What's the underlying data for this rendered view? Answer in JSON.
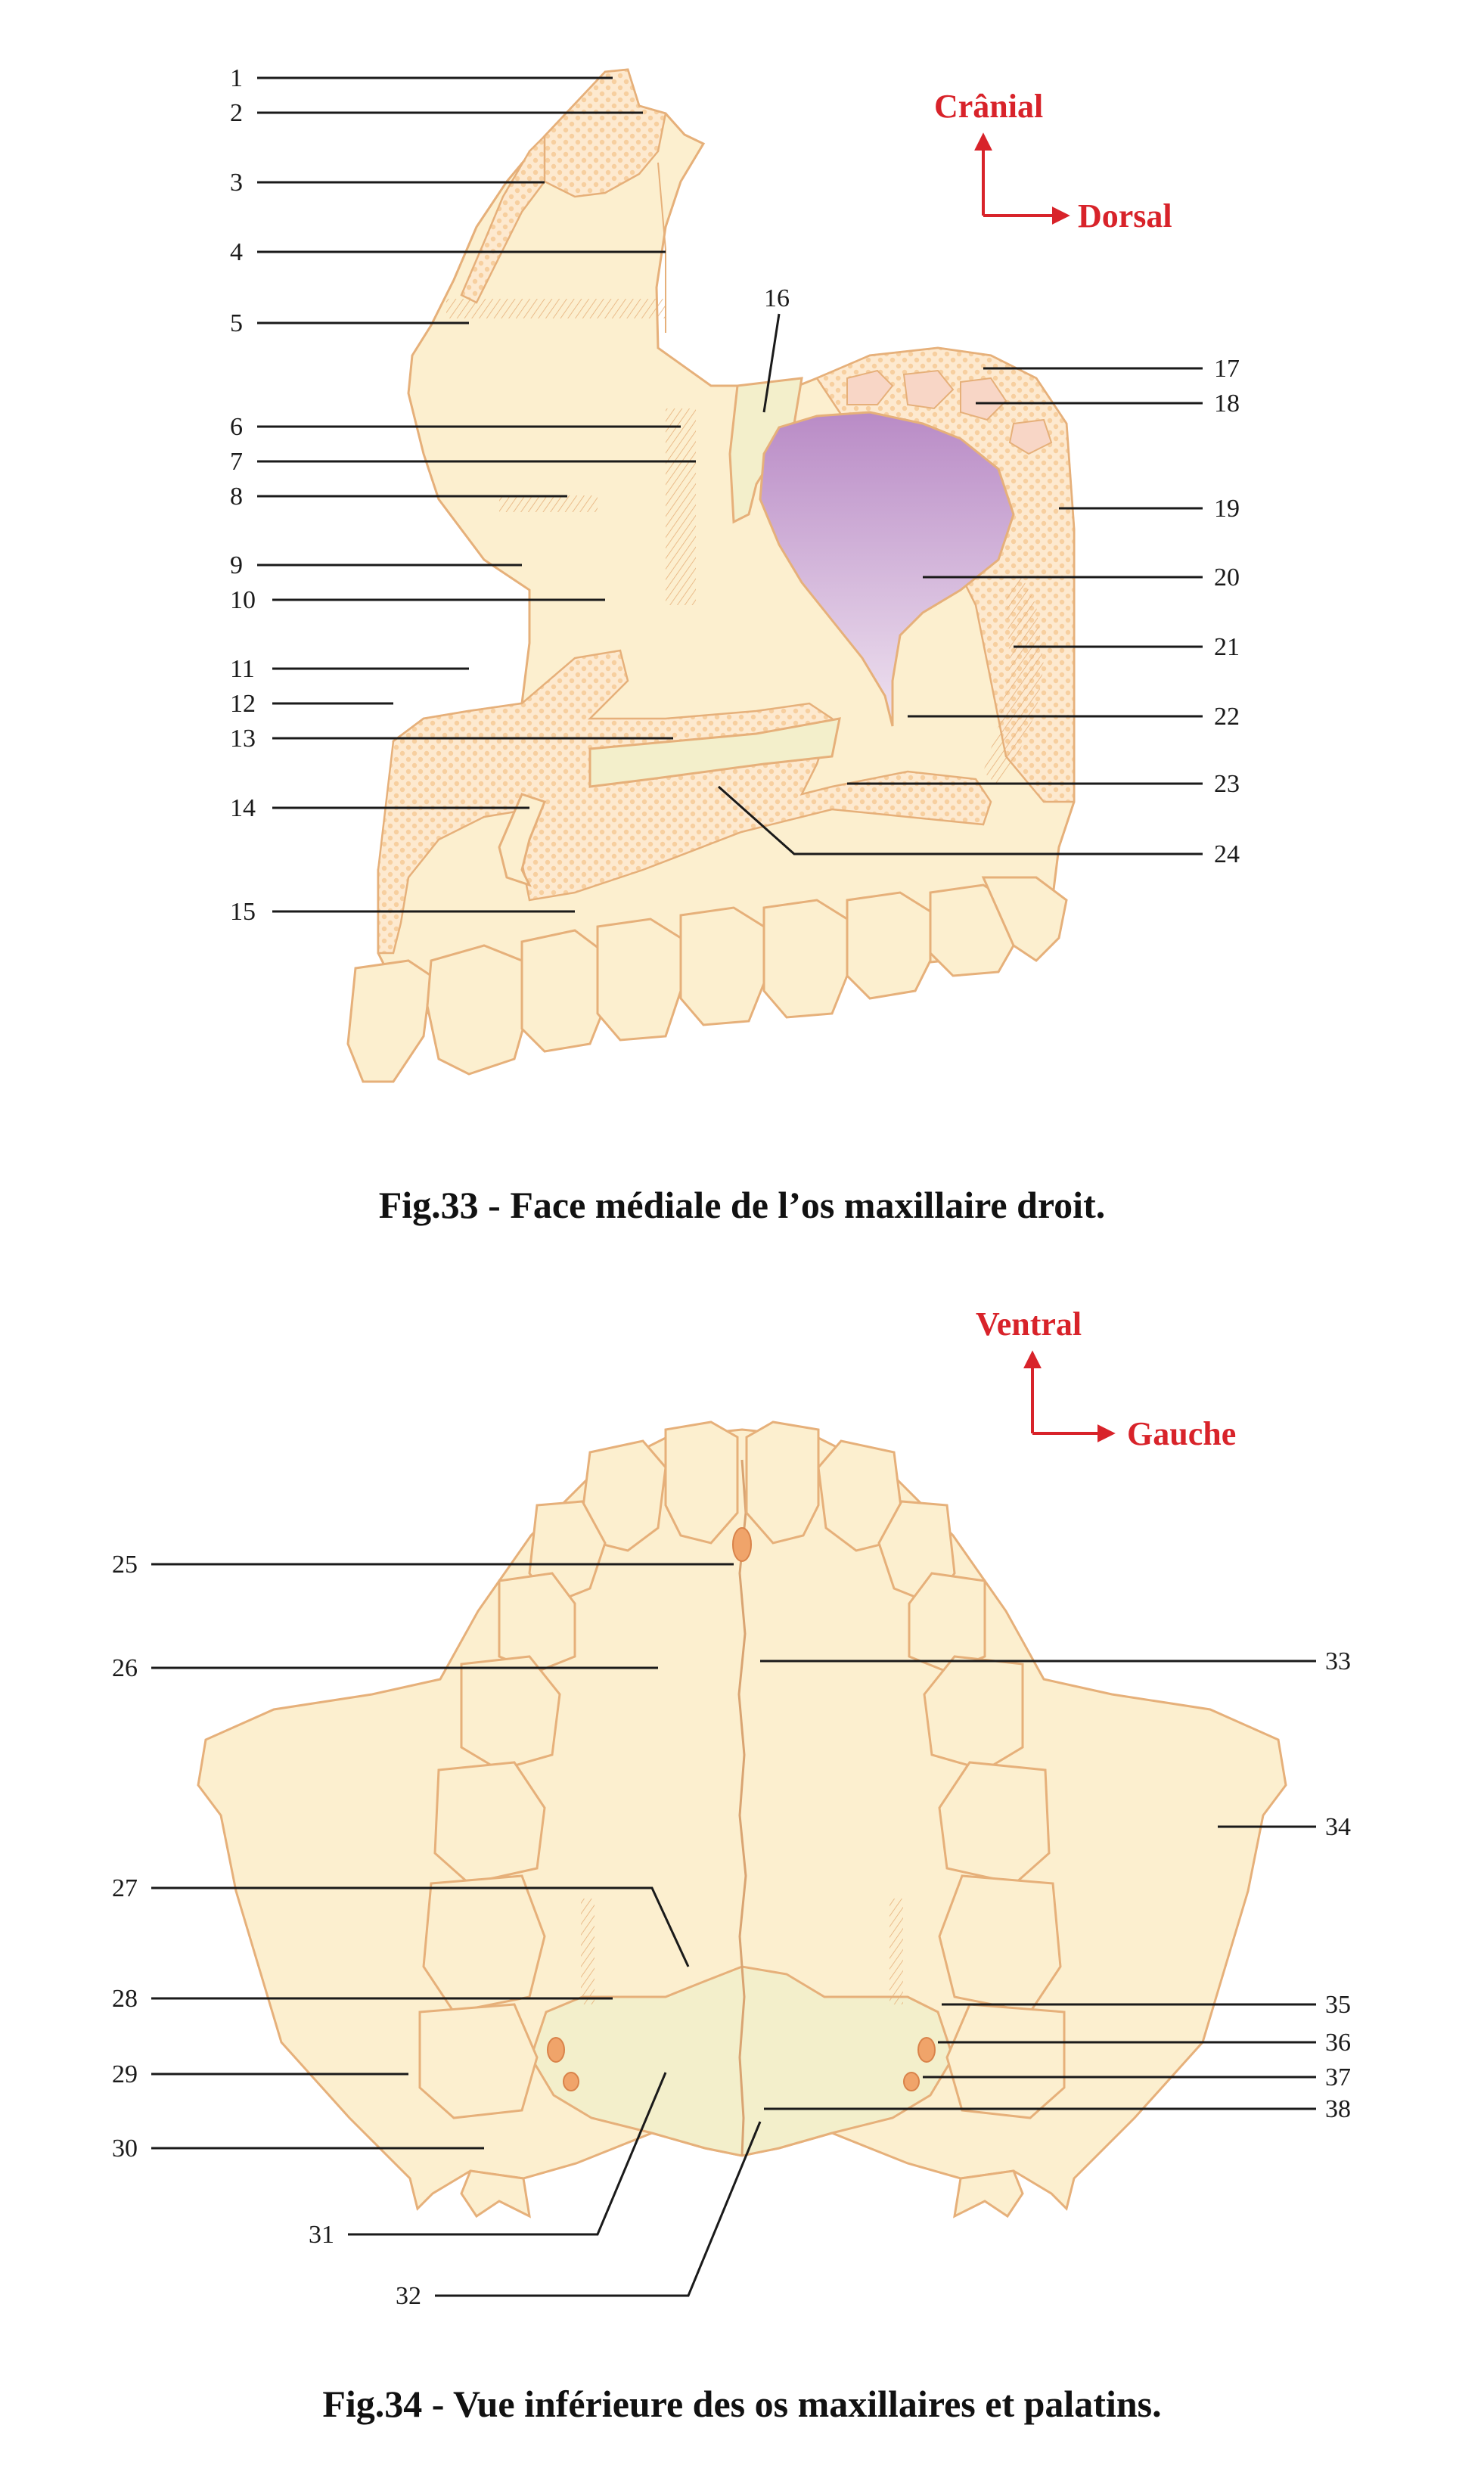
{
  "fig33": {
    "caption": "Fig.33 - Face médiale de l’os maxillaire droit.",
    "orientation": {
      "up": "Crânial",
      "right": "Dorsal"
    },
    "labels": [
      "1",
      "2",
      "3",
      "4",
      "5",
      "6",
      "7",
      "8",
      "9",
      "10",
      "11",
      "12",
      "13",
      "14",
      "15",
      "16",
      "17",
      "18",
      "19",
      "20",
      "21",
      "22",
      "23",
      "24"
    ]
  },
  "fig34": {
    "caption": "Fig.34 - Vue inférieure des os maxillaires et palatins.",
    "orientation": {
      "up": "Ventral",
      "right": "Gauche"
    },
    "labels": [
      "25",
      "26",
      "27",
      "28",
      "29",
      "30",
      "31",
      "32",
      "33",
      "34",
      "35",
      "36",
      "37",
      "38"
    ]
  },
  "colors": {
    "bone_fill": "#fcefcf",
    "bone_outline": "#e6b07a",
    "sinus": "#c89ad0",
    "palatine": "#f3efcb",
    "orientation_text": "#d8232a"
  }
}
